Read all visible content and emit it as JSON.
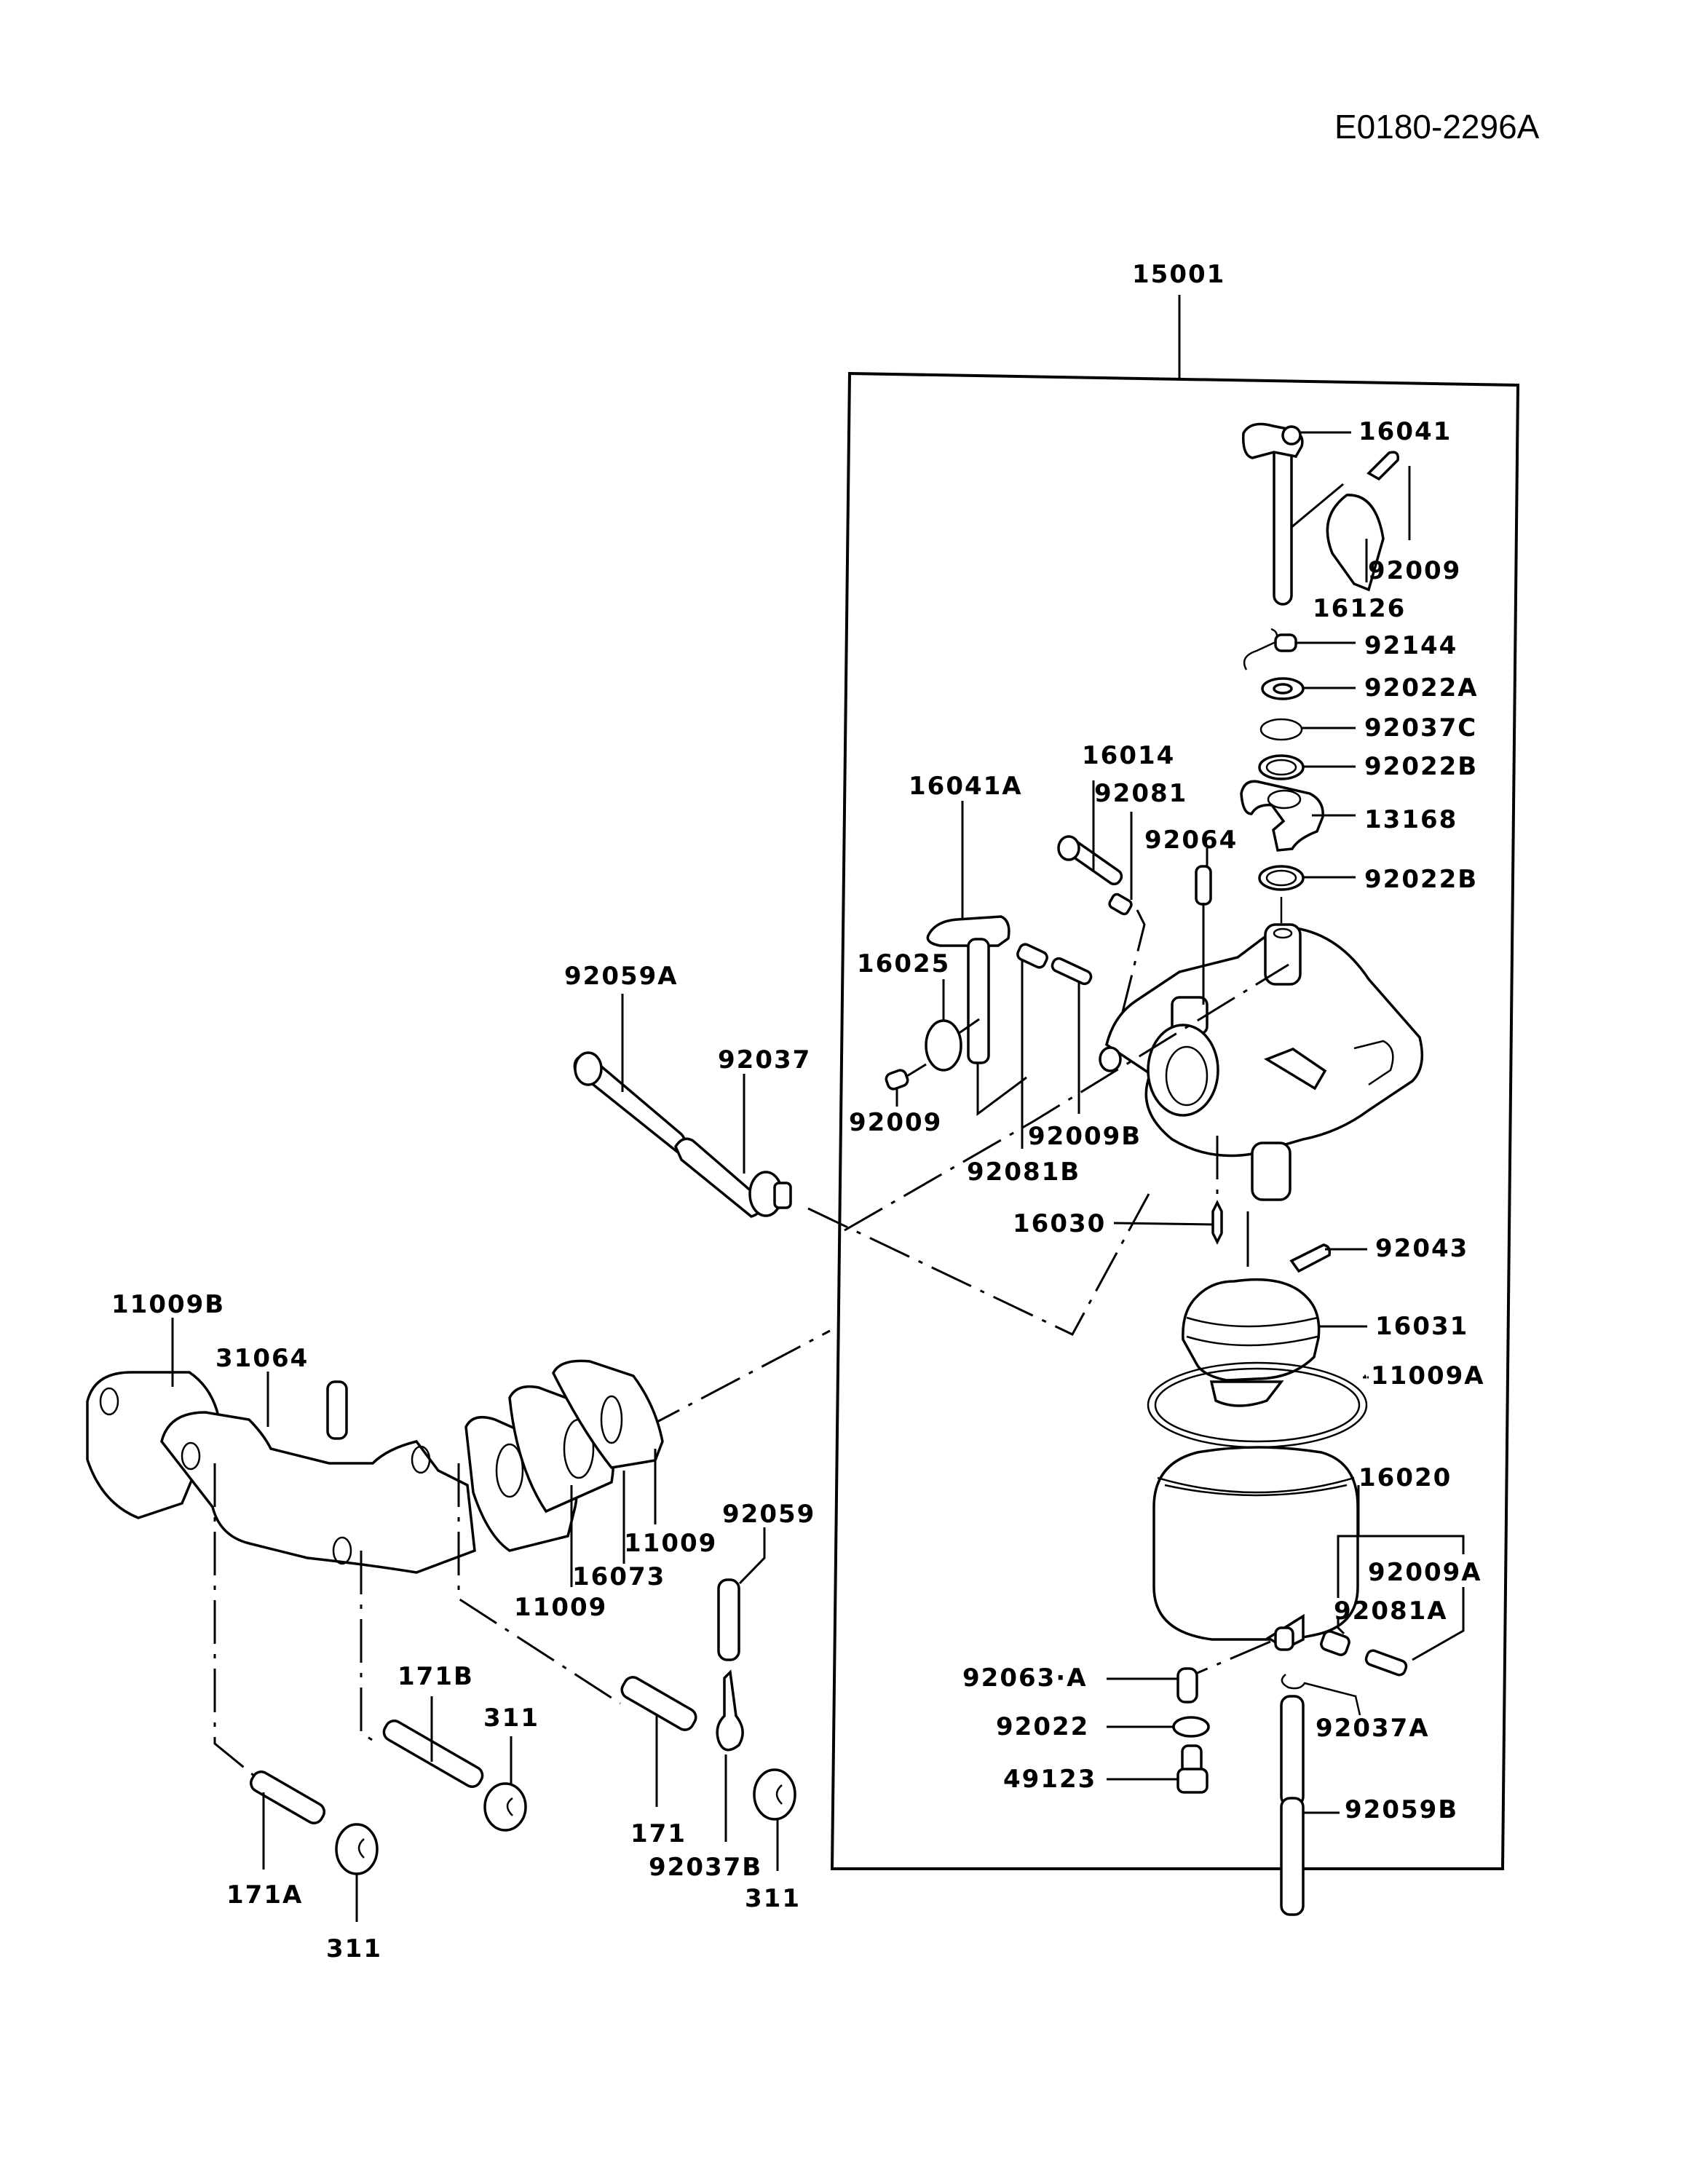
{
  "diagram": {
    "title": "Carburetor parts diagram",
    "drawing_code": "E0180-2296A",
    "assembly_label": "15001",
    "parts": {
      "p16041": "16041",
      "p92009_top": "92009",
      "p16126": "16126",
      "p92144": "92144",
      "p92022A": "92022A",
      "p92037C": "92037C",
      "p92022B_1": "92022B",
      "p13168": "13168",
      "p92022B_2": "92022B",
      "p16014": "16014",
      "p16041A": "16041A",
      "p92081": "92081",
      "p92064": "92064",
      "p16025": "16025",
      "p92059A": "92059A",
      "p92037": "92037",
      "p92009_left": "92009",
      "p92009B": "92009B",
      "p92081B": "92081B",
      "p16030": "16030",
      "p92043": "92043",
      "p16031": "16031",
      "p11009A": "11009A",
      "p16020": "16020",
      "p92009A": "92009A",
      "p92081A": "92081A",
      "p92063A": "92063·A",
      "p92037A": "92037A",
      "p92022": "92022",
      "p49123": "49123",
      "p92059B": "92059B",
      "p11009B": "11009B",
      "p31064": "31064",
      "p92059": "92059",
      "p11009_r": "11009",
      "p16073": "16073",
      "p11009_l": "11009",
      "p171B": "171B",
      "p311_a": "311",
      "p171": "171",
      "p92037B": "92037B",
      "p311_b": "311",
      "p171A": "171A",
      "p311_c": "311"
    }
  }
}
